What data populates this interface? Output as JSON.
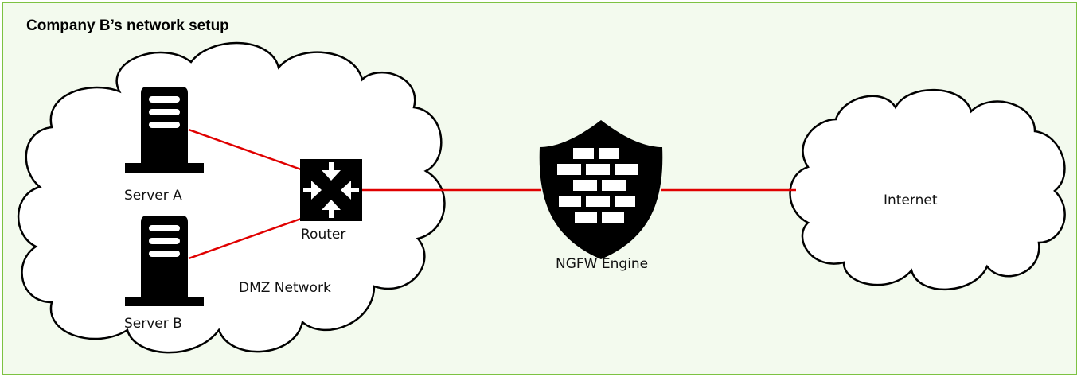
{
  "title": "Company B’s network setup",
  "nodes": {
    "server_a": "Server A",
    "server_b": "Server B",
    "router": "Router",
    "dmz": "DMZ Network",
    "firewall": "NGFW Engine",
    "internet": "Internet"
  },
  "colors": {
    "frame_border": "#7dc242",
    "link": "#e00000"
  }
}
